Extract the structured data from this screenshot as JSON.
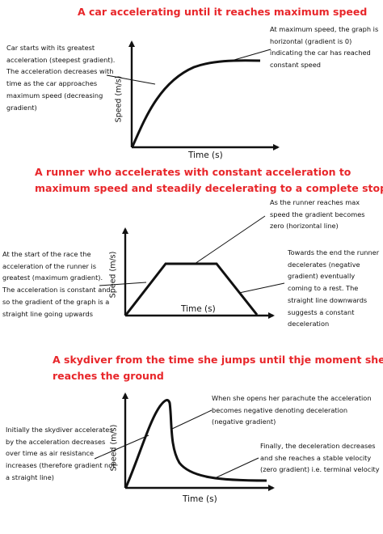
{
  "colors": {
    "title": "#e8262a",
    "ink": "#111111"
  },
  "panel1": {
    "title": "A car accelerating until it reaches maximum speed",
    "note_left": "Car starts with its greatest acceleration (steepest gradient). The acceleration decreases with time as the car approaches maximum speed (decreasing gradient)",
    "note_right": "At maximum speed, the graph is horizontal (gradient is 0) indicating the car has reached constant speed",
    "ylabel": "Speed (m/s)",
    "xlabel": "Time (s)"
  },
  "panel2": {
    "title_line1": "A runner who accelerates with constant acceleration to",
    "title_line2": "maximum speed and steadily decelerating to a complete stop",
    "note_top": "As the runner reaches max speed the gradient becomes zero (horizontal line)",
    "note_left": "At the start of the race the acceleration of the runner is greatest (maximum gradient). The acceleration is constant and so the gradient of the graph is a straight line going upwards",
    "note_right": "Towards the end the runner decelerates (negative gradient) eventually coming to a rest. The straight line downwards suggests a constant deceleration",
    "ylabel": "Speed (m/s)",
    "xlabel": "Time (s)"
  },
  "panel3": {
    "title_line1": "A skydiver from the time she jumps until thje moment she",
    "title_line2": "reaches the ground",
    "note_left": "Initially the skydiver accelerates by the acceleration decreases over time as air resistance increases (therefore gradient not a straight line)",
    "note_top_right": "When she opens her parachute the acceleration becomes negative denoting deceleration (negative gradient)",
    "note_bottom_right": "Finally, the deceleration decreases and she reaches a stable velocity (zero gradient) i.e. terminal velocity",
    "ylabel": "Speed (m/s)",
    "xlabel": "Time (s)"
  }
}
